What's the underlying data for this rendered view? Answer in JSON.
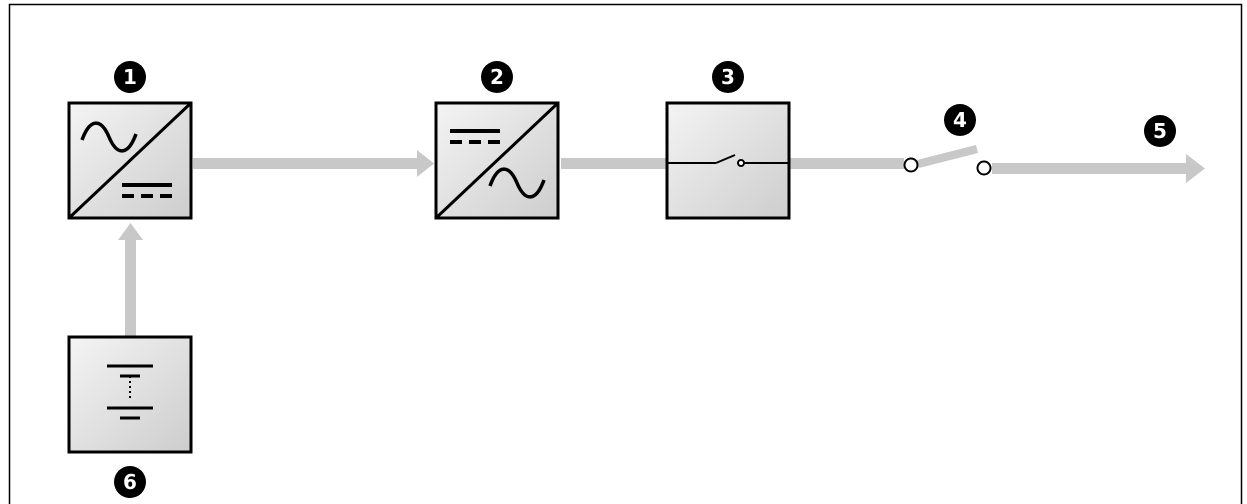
{
  "diagram": {
    "callouts": {
      "rectifier": "1",
      "inverter": "2",
      "static_switch": "3",
      "breaker": "4",
      "output": "5",
      "battery": "6"
    },
    "components": [
      {
        "id": "rectifier",
        "kind": "ac-dc-converter",
        "icon": "ac-to-dc-icon"
      },
      {
        "id": "inverter",
        "kind": "dc-ac-converter",
        "icon": "dc-to-ac-icon"
      },
      {
        "id": "static_switch",
        "kind": "static-switch",
        "icon": "switch-icon"
      },
      {
        "id": "breaker",
        "kind": "circuit-breaker",
        "icon": "breaker-icon"
      },
      {
        "id": "battery",
        "kind": "battery",
        "icon": "battery-icon"
      }
    ],
    "flow": [
      "battery",
      "rectifier",
      "inverter",
      "static_switch",
      "breaker",
      "output"
    ],
    "colors": {
      "line": "#c8c8c8",
      "box_border": "#000000",
      "box_fill_light": "#f2f2f2",
      "box_fill_dark": "#cfcfcf",
      "badge": "#000000"
    }
  }
}
